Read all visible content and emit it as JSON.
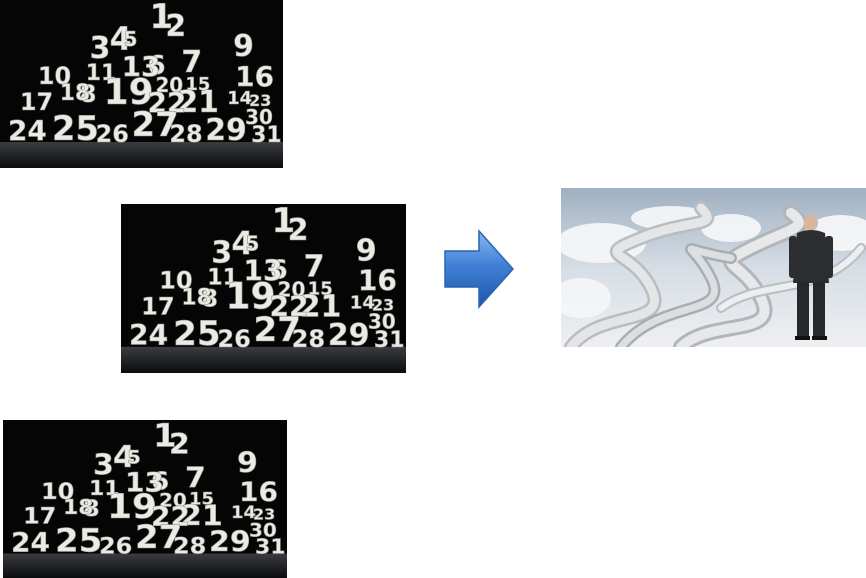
{
  "number_images": [
    {
      "numbers": [
        "1",
        "2",
        "3",
        "4",
        "5",
        "6",
        "7",
        "8",
        "9",
        "10",
        "11",
        "12",
        "13",
        "14",
        "15",
        "16",
        "17",
        "18",
        "19",
        "20",
        "21",
        "22",
        "23",
        "24",
        "25",
        "26",
        "27",
        "28",
        "29",
        "30",
        "31"
      ]
    },
    {
      "numbers": [
        "1",
        "2",
        "3",
        "4",
        "5",
        "6",
        "7",
        "8",
        "9",
        "10",
        "11",
        "12",
        "13",
        "14",
        "15",
        "16",
        "17",
        "18",
        "19",
        "20",
        "21",
        "22",
        "23",
        "24",
        "25",
        "26",
        "27",
        "28",
        "29",
        "30",
        "31"
      ]
    },
    {
      "numbers": [
        "1",
        "2",
        "3",
        "4",
        "5",
        "6",
        "7",
        "8",
        "9",
        "10",
        "11",
        "12",
        "13",
        "14",
        "15",
        "16",
        "17",
        "18",
        "19",
        "20",
        "21",
        "22",
        "23",
        "24",
        "25",
        "26",
        "27",
        "28",
        "29",
        "30",
        "31"
      ]
    }
  ],
  "arrow": {
    "direction": "right",
    "color": "#2f6fc4"
  },
  "decision_image": {
    "subject": "person-facing-winding-roads"
  }
}
